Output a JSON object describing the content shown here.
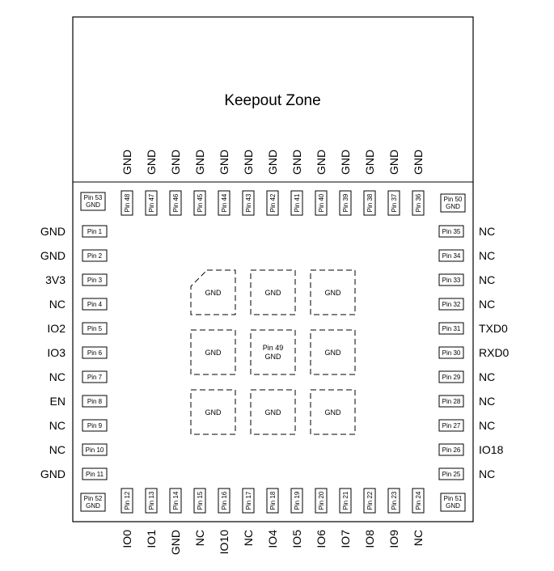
{
  "title": "Keepout Zone",
  "left_pins": [
    {
      "pin": "Pin 1",
      "signal": "GND"
    },
    {
      "pin": "Pin 2",
      "signal": "GND"
    },
    {
      "pin": "Pin 3",
      "signal": "3V3"
    },
    {
      "pin": "Pin 4",
      "signal": "NC"
    },
    {
      "pin": "Pin 5",
      "signal": "IO2"
    },
    {
      "pin": "Pin 6",
      "signal": "IO3"
    },
    {
      "pin": "Pin 7",
      "signal": "NC"
    },
    {
      "pin": "Pin 8",
      "signal": "EN"
    },
    {
      "pin": "Pin 9",
      "signal": "NC"
    },
    {
      "pin": "Pin 10",
      "signal": "NC"
    },
    {
      "pin": "Pin 11",
      "signal": "GND"
    }
  ],
  "right_pins": [
    {
      "pin": "Pin 35",
      "signal": "NC"
    },
    {
      "pin": "Pin 34",
      "signal": "NC"
    },
    {
      "pin": "Pin 33",
      "signal": "NC"
    },
    {
      "pin": "Pin 32",
      "signal": "NC"
    },
    {
      "pin": "Pin 31",
      "signal": "TXD0"
    },
    {
      "pin": "Pin 30",
      "signal": "RXD0"
    },
    {
      "pin": "Pin 29",
      "signal": "NC"
    },
    {
      "pin": "Pin 28",
      "signal": "NC"
    },
    {
      "pin": "Pin 27",
      "signal": "NC"
    },
    {
      "pin": "Pin 26",
      "signal": "IO18"
    },
    {
      "pin": "Pin 25",
      "signal": "NC"
    }
  ],
  "top_pins": [
    {
      "pin": "Pin 48",
      "signal": "GND"
    },
    {
      "pin": "Pin 47",
      "signal": "GND"
    },
    {
      "pin": "Pin 46",
      "signal": "GND"
    },
    {
      "pin": "Pin 45",
      "signal": "GND"
    },
    {
      "pin": "Pin 44",
      "signal": "GND"
    },
    {
      "pin": "Pin 43",
      "signal": "GND"
    },
    {
      "pin": "Pin 42",
      "signal": "GND"
    },
    {
      "pin": "Pin 41",
      "signal": "GND"
    },
    {
      "pin": "Pin 40",
      "signal": "GND"
    },
    {
      "pin": "Pin 39",
      "signal": "GND"
    },
    {
      "pin": "Pin 38",
      "signal": "GND"
    },
    {
      "pin": "Pin 37",
      "signal": "GND"
    },
    {
      "pin": "Pin 36",
      "signal": "GND"
    }
  ],
  "bottom_pins": [
    {
      "pin": "Pin 12",
      "signal": "IO0"
    },
    {
      "pin": "Pin 13",
      "signal": "IO1"
    },
    {
      "pin": "Pin 14",
      "signal": "GND"
    },
    {
      "pin": "Pin 15",
      "signal": "NC"
    },
    {
      "pin": "Pin 16",
      "signal": "IO10"
    },
    {
      "pin": "Pin 17",
      "signal": "NC"
    },
    {
      "pin": "Pin 18",
      "signal": "IO4"
    },
    {
      "pin": "Pin 19",
      "signal": "IO5"
    },
    {
      "pin": "Pin 20",
      "signal": "IO6"
    },
    {
      "pin": "Pin 21",
      "signal": "IO7"
    },
    {
      "pin": "Pin 22",
      "signal": "IO8"
    },
    {
      "pin": "Pin 23",
      "signal": "IO9"
    },
    {
      "pin": "Pin 24",
      "signal": "NC"
    }
  ],
  "corner_pins": [
    {
      "pin": "Pin 53",
      "signal": "GND"
    },
    {
      "pin": "Pin 50",
      "signal": "GND"
    },
    {
      "pin": "Pin 52",
      "signal": "GND"
    },
    {
      "pin": "Pin 51",
      "signal": "GND"
    }
  ],
  "center_pads": [
    "GND",
    "GND",
    "GND",
    "GND",
    "Pin 49",
    "GND",
    "GND",
    "GND",
    "GND"
  ],
  "center_pad_sublabel": "GND"
}
